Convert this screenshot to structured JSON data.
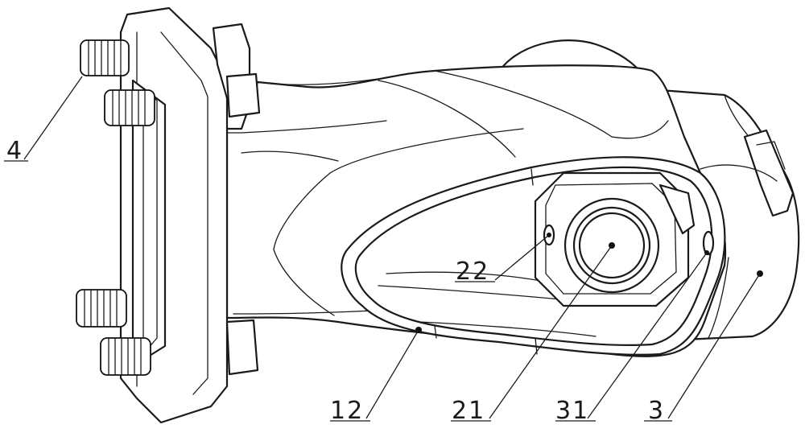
{
  "labels": {
    "l4": "4",
    "l22": "22",
    "l12": "12",
    "l21": "21",
    "l31": "31",
    "l3": "3"
  }
}
